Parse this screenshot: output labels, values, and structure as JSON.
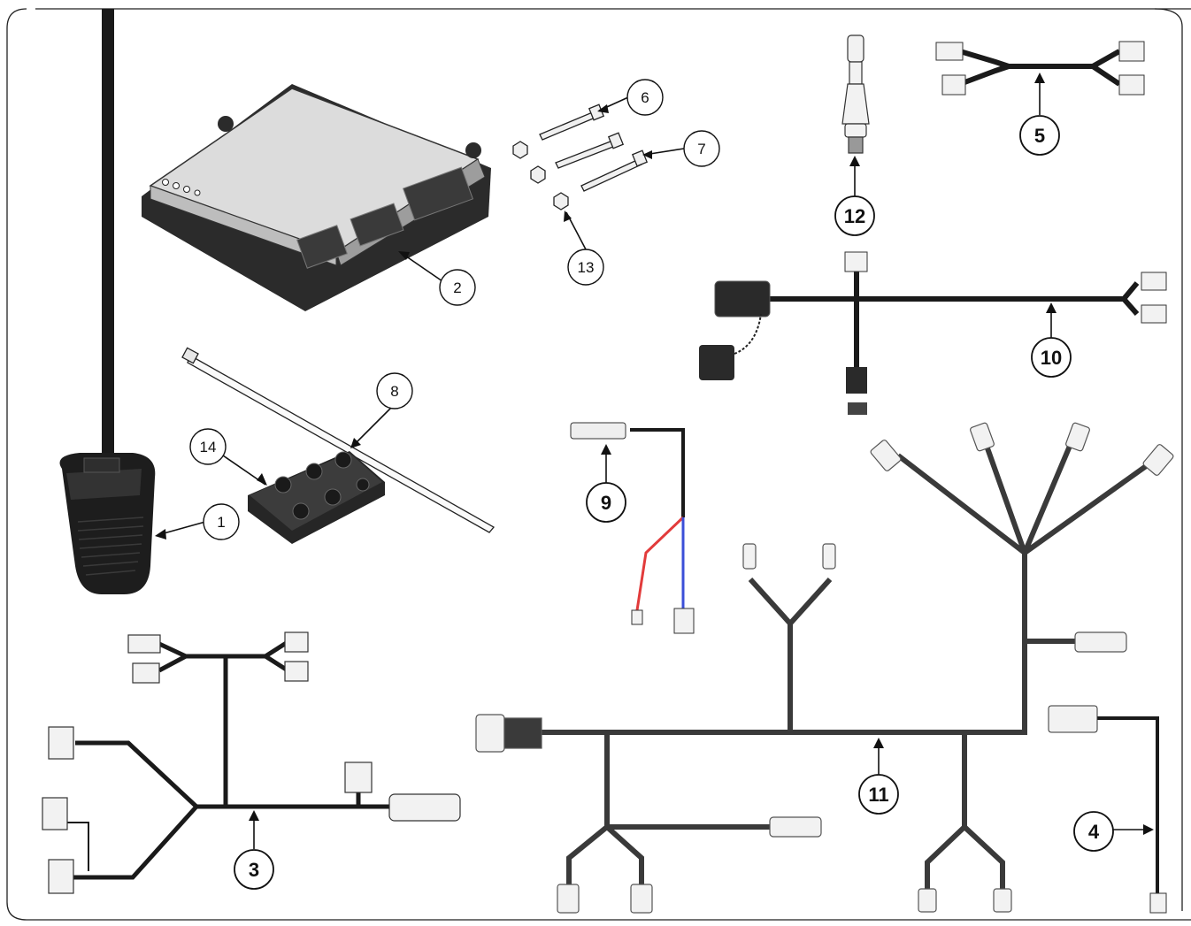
{
  "callouts": [
    {
      "id": "1",
      "label": "1"
    },
    {
      "id": "2",
      "label": "2"
    },
    {
      "id": "3",
      "label": "3"
    },
    {
      "id": "4",
      "label": "4"
    },
    {
      "id": "5",
      "label": "5"
    },
    {
      "id": "6",
      "label": "6"
    },
    {
      "id": "7",
      "label": "7"
    },
    {
      "id": "8",
      "label": "8"
    },
    {
      "id": "9",
      "label": "9"
    },
    {
      "id": "10",
      "label": "10"
    },
    {
      "id": "11",
      "label": "11"
    },
    {
      "id": "12",
      "label": "12"
    },
    {
      "id": "13",
      "label": "13"
    },
    {
      "id": "14",
      "label": "14"
    }
  ],
  "colors": {
    "wire": "#1a1a1a",
    "wire_gray": "#3a3a3a",
    "wire_red": "#e23b3b",
    "wire_blue": "#3b4fd8",
    "part_fill": "#e6e6e6",
    "part_dark": "#2a2a2a",
    "border": "#222222"
  }
}
